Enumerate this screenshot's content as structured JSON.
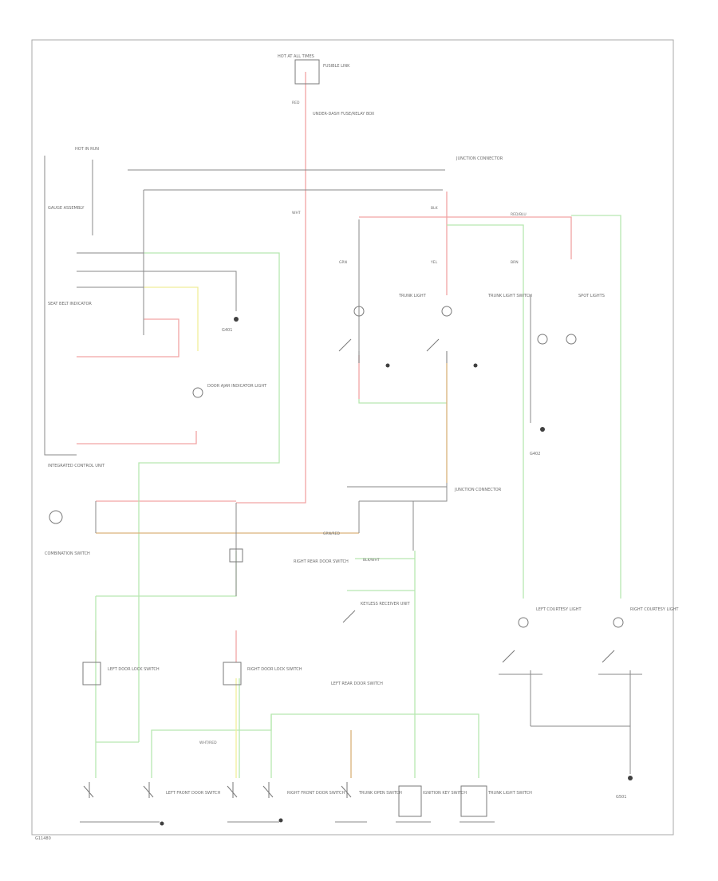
{
  "diagram": {
    "figure_code": "G11480",
    "power_hot_at_all_times": "HOT AT ALL TIMES",
    "main_fuse": "FUSIBLE LINK",
    "under_dash_fuse": "UNDER-DASH FUSE/RELAY BOX",
    "hot_in_run": "HOT IN RUN",
    "junction_1": "JUNCTION CONNECTOR",
    "junction_2": "JUNCTION CONNECTOR",
    "gauge_assembly": "GAUGE ASSEMBLY",
    "door_ajar_indicator": "DOOR AJAR INDICATOR LIGHT",
    "seat_belt_indicator": "SEAT BELT INDICATOR",
    "keyless_receiver": "KEYLESS RECEIVER UNIT",
    "integrated_control_unit": "INTEGRATED CONTROL UNIT",
    "combination_switch": "COMBINATION SWITCH",
    "trunk_light": "TRUNK LIGHT",
    "trunk_light_switch": "TRUNK LIGHT SWITCH",
    "left_courtesy": "LEFT COURTESY LIGHT",
    "right_courtesy": "RIGHT COURTESY LIGHT",
    "spot_lights": "SPOT LIGHTS",
    "left_door_lock": "LEFT DOOR LOCK SWITCH",
    "right_door_lock": "RIGHT DOOR LOCK SWITCH",
    "left_front_door": "LEFT FRONT DOOR SWITCH",
    "right_front_door": "RIGHT FRONT DOOR SWITCH",
    "left_rear_door": "LEFT REAR DOOR SWITCH",
    "right_rear_door": "RIGHT REAR DOOR SWITCH",
    "ignition_key": "IGNITION KEY SWITCH",
    "trunk_open": "TRUNK OPEN SWITCH",
    "ground_1": "G401",
    "ground_2": "G402",
    "ground_3": "G501",
    "wire_red": "RED",
    "wire_wht": "WHT",
    "wire_grn": "GRN",
    "wire_blk": "BLK",
    "wire_yel": "YEL",
    "wire_brn": "BRN",
    "wire_redblu": "RED/BLU",
    "wire_grnred": "GRN/RED",
    "wire_blkwht": "BLK/WHT",
    "wire_whtred": "WHT/RED",
    "colors": {
      "red": "#f2a3a3",
      "green": "#b7e8b0",
      "yellow": "#f0ee9a",
      "tan": "#d9b27a",
      "gray": "#8a8a8a",
      "black": "#404040"
    }
  }
}
